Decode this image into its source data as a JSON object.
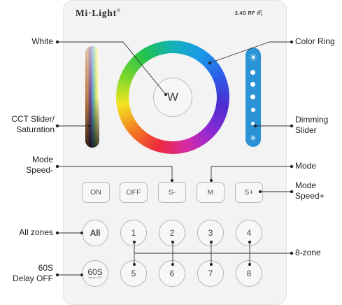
{
  "brand": {
    "name": "Mi·Light",
    "mark": "®",
    "rf": "2.4G RF"
  },
  "buttons": {
    "white": "W",
    "row": [
      "ON",
      "OFF",
      "S-",
      "M",
      "S+"
    ],
    "all": "All",
    "zones_top": [
      "1",
      "2",
      "3",
      "4"
    ],
    "zones_bottom": [
      "5",
      "6",
      "7",
      "8"
    ],
    "delay_main": "60S",
    "delay_sub": "Delay OFF"
  },
  "labels": {
    "white": "White",
    "color_ring": "Color Ring",
    "cct_line1": "CCT Slider/",
    "cct_line2": "Saturation",
    "dimming_line1": "Dimming",
    "dimming_line2": "Slider",
    "mode_speed_minus_line1": "Mode",
    "mode_speed_minus_line2": "Speed-",
    "mode": "Mode",
    "mode_speed_plus_line1": "Mode",
    "mode_speed_plus_line2": "Speed+",
    "all_zones": "All zones",
    "eight_zone": "8-zone",
    "delay_line1": "60S",
    "delay_line2": "Delay OFF"
  },
  "colors": {
    "panel": "#f3f3f3",
    "dimming_slider": "#2a93d5",
    "leader_line": "#333333"
  },
  "icons": [
    "sun-bright-icon",
    "sun-dim-icon",
    "wifi-signal-icon"
  ]
}
